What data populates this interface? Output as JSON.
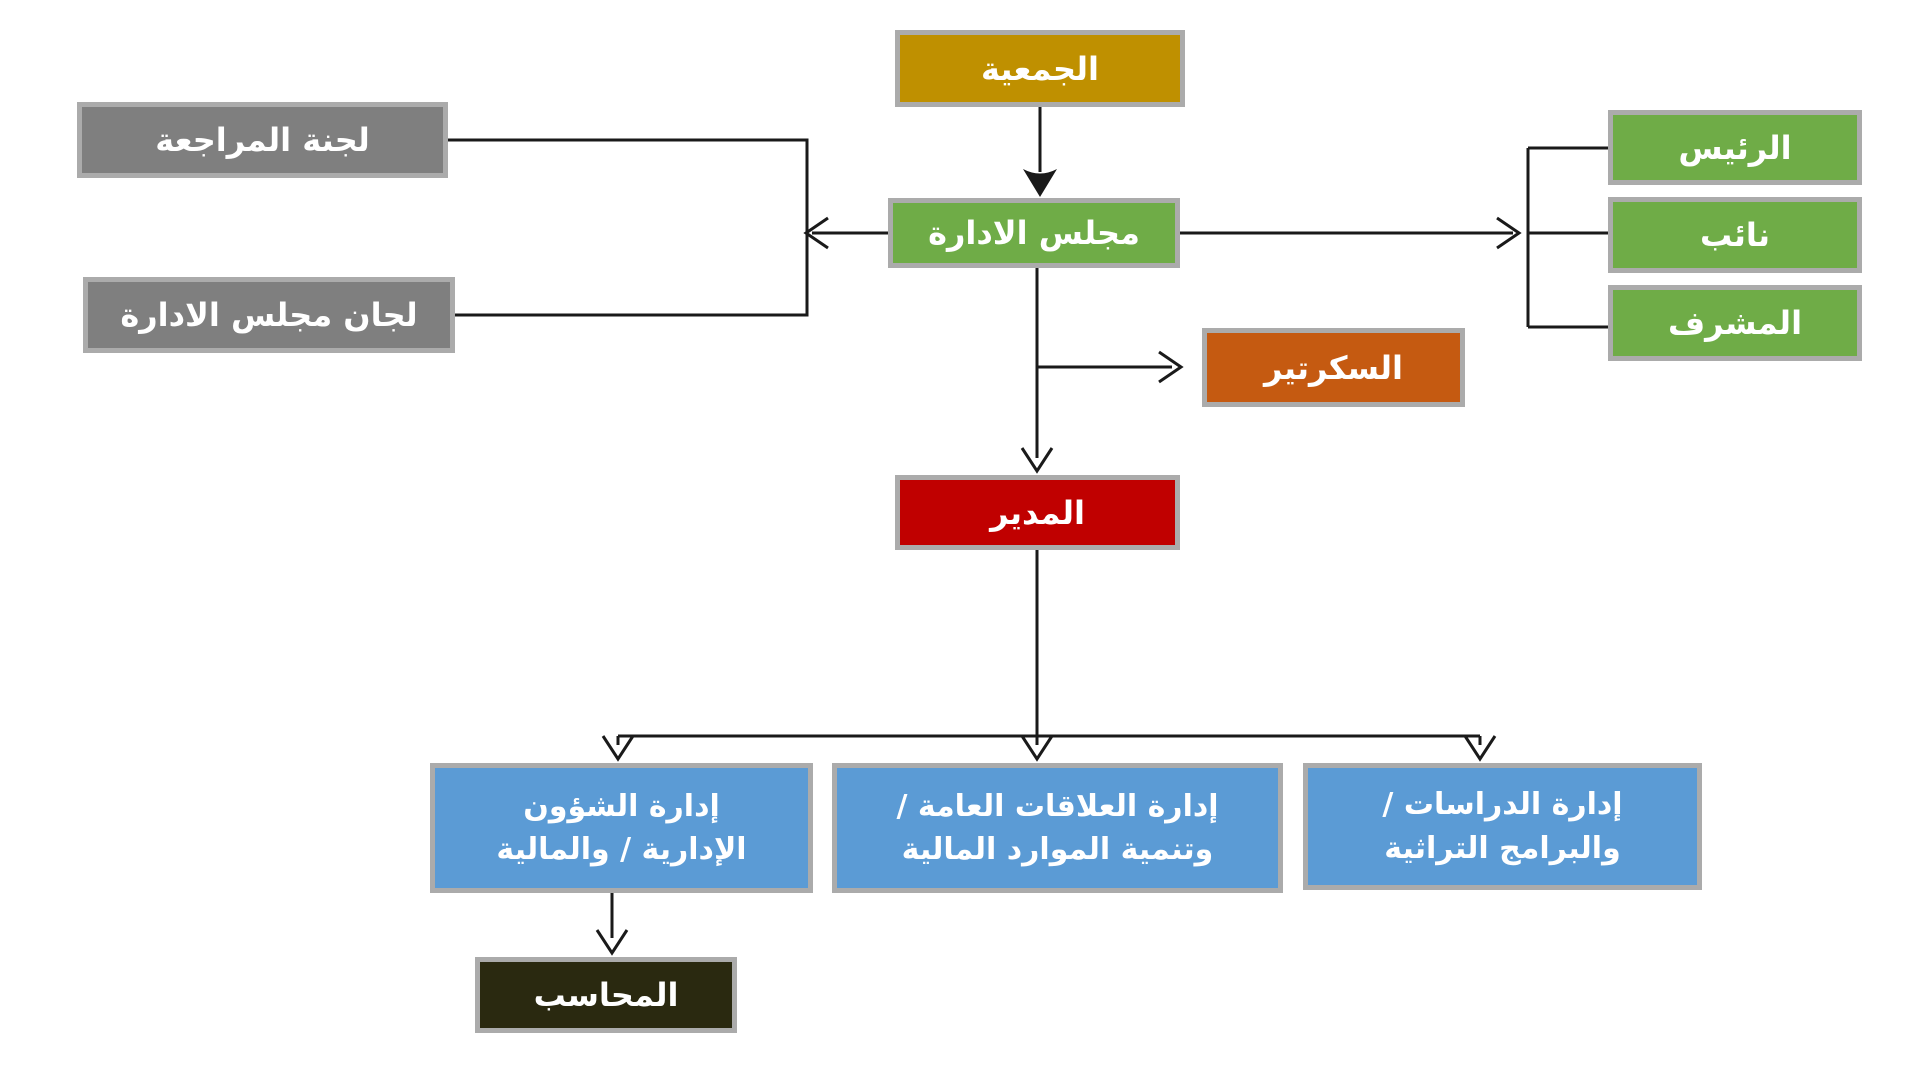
{
  "palette": {
    "background": "#FFFFFF",
    "box_border": "#ABABAB",
    "line_color": "#1A1A1A",
    "text_color": "#FFFFFF",
    "gold": "#BF9000",
    "green": "#6FAC47",
    "gray": "#7F7F7F",
    "orange": "#C55A11",
    "red": "#C00000",
    "blue": "#5B9BD5",
    "dark_olive": "#2A2910"
  },
  "nodes": {
    "assembly": {
      "label": "الجمعية",
      "color": "#BF9000"
    },
    "board": {
      "label": "مجلس الادارة",
      "color": "#6FAC47"
    },
    "audit_committee": {
      "label": "لجنة المراجعة",
      "color": "#7F7F7F"
    },
    "board_committees": {
      "label": "لجان مجلس الادارة",
      "color": "#7F7F7F"
    },
    "president": {
      "label": "الرئيس",
      "color": "#6FAC47"
    },
    "deputy": {
      "label": "نائب",
      "color": "#6FAC47"
    },
    "supervisor": {
      "label": "المشرف",
      "color": "#6FAC47"
    },
    "secretary": {
      "label": "السكرتير",
      "color": "#C55A11"
    },
    "director": {
      "label": "المدير",
      "color": "#C00000"
    },
    "dept_admin_financial": {
      "line1": "إدارة الشؤون",
      "line2": "الإدارية / والمالية",
      "color": "#5B9BD5"
    },
    "dept_public_relations": {
      "line1": "إدارة العلاقات العامة /",
      "line2": "وتنمية الموارد المالية",
      "color": "#5B9BD5"
    },
    "dept_studies_heritage": {
      "line1": "إدارة الدراسات /",
      "line2": "والبرامج التراثية",
      "color": "#5B9BD5"
    },
    "accountant": {
      "label": "المحاسب",
      "color": "#2A2910"
    }
  },
  "edges": [
    {
      "from": "assembly",
      "to": "board",
      "arrow": "down"
    },
    {
      "from": "board",
      "to": "audit_committee",
      "arrow": "left"
    },
    {
      "from": "board",
      "to": "board_committees",
      "arrow": "left"
    },
    {
      "from": "board",
      "to": "president",
      "arrow": "right"
    },
    {
      "from": "board",
      "to": "deputy",
      "arrow": "right"
    },
    {
      "from": "board",
      "to": "supervisor",
      "arrow": "right"
    },
    {
      "from": "board",
      "to": "secretary",
      "arrow": "right"
    },
    {
      "from": "board",
      "to": "director",
      "arrow": "down"
    },
    {
      "from": "director",
      "to": "dept_admin_financial",
      "arrow": "down"
    },
    {
      "from": "director",
      "to": "dept_public_relations",
      "arrow": "down"
    },
    {
      "from": "director",
      "to": "dept_studies_heritage",
      "arrow": "down"
    },
    {
      "from": "dept_admin_financial",
      "to": "accountant",
      "arrow": "down"
    }
  ]
}
